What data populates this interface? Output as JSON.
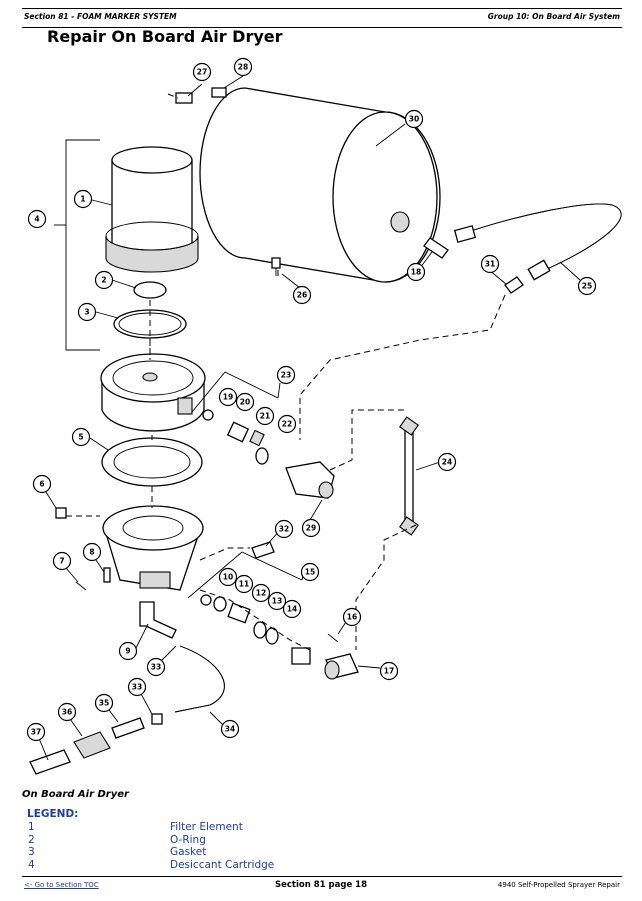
{
  "header": {
    "left": "Section 81 - FOAM MARKER SYSTEM",
    "right": "Group 10: On Board Air System"
  },
  "title": "Repair On Board Air Dryer",
  "figure": {
    "caption": "On Board Air Dryer",
    "callouts": [
      "1",
      "2",
      "3",
      "4",
      "5",
      "6",
      "7",
      "8",
      "9",
      "10",
      "11",
      "12",
      "13",
      "14",
      "15",
      "16",
      "17",
      "18",
      "19",
      "20",
      "21",
      "22",
      "23",
      "24",
      "25",
      "26",
      "27",
      "28",
      "29",
      "30",
      "31",
      "32",
      "33",
      "33",
      "34",
      "35",
      "36",
      "37"
    ]
  },
  "legend": {
    "heading": "LEGEND:",
    "items": [
      {
        "num": "1",
        "text": "Filter Element"
      },
      {
        "num": "2",
        "text": "O-Ring"
      },
      {
        "num": "3",
        "text": "Gasket"
      },
      {
        "num": "4",
        "text": "Desiccant Cartridge"
      }
    ]
  },
  "footer": {
    "link": "<- Go to Section TOC",
    "center": "Section 81 page 18",
    "right": "4940 Self-Propelled Sprayer Repair"
  }
}
